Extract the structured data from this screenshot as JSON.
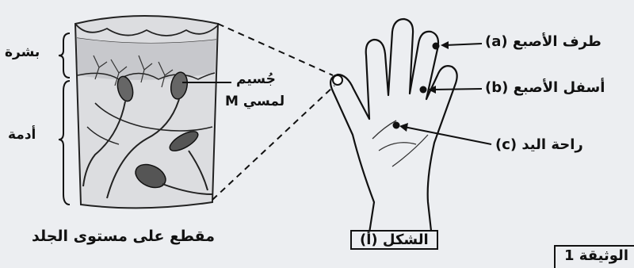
{
  "skin": {
    "caption": "مقطع على مستوى الجلد",
    "epidermis": "بشرة",
    "dermis": "أدمة",
    "corpuscle_line1": "جُسيم",
    "corpuscle_line2": "لمسي M"
  },
  "hand": {
    "figure_caption": "الشكل (أ)",
    "a": "طرف الأصبع (a)",
    "b": "أسفل الأصبع (b)",
    "c": "راحة اليد (c)"
  },
  "document_label": "الوثيقة 1"
}
